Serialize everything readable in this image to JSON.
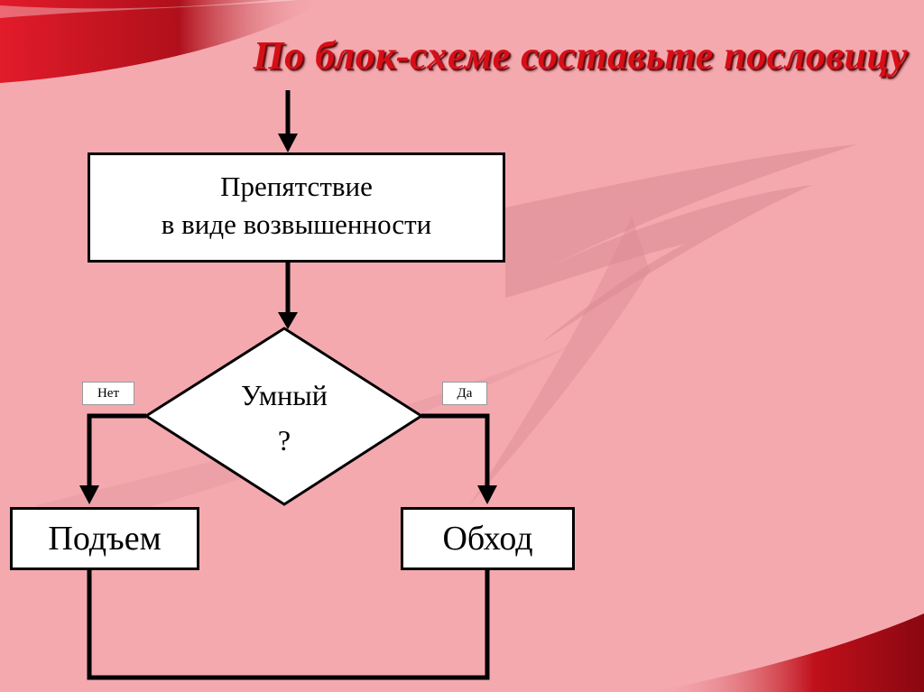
{
  "title": "По блок-схеме составьте пословицу",
  "flowchart": {
    "process": {
      "line1": "Препятствие",
      "line2": "в виде возвышенности"
    },
    "decision": {
      "line1": "Умный",
      "line2": "?"
    },
    "branch_no_label": "Нет",
    "branch_yes_label": "Да",
    "left_result": "Подъем",
    "right_result": "Обход"
  },
  "colors": {
    "background": "#f4a9af",
    "title": "#d60f17",
    "accent": "#c4161c"
  }
}
